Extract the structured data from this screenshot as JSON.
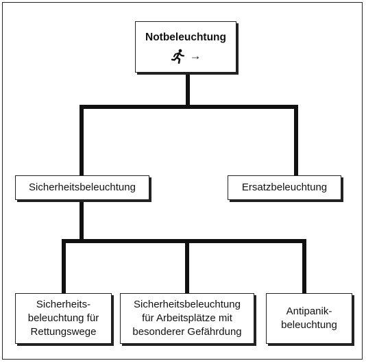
{
  "diagram": {
    "root": {
      "title": "Notbeleuchtung",
      "icon": "running-man-exit-icon",
      "arrow": "→"
    },
    "level1": [
      {
        "label": "Sicherheitsbeleuchtung"
      },
      {
        "label": "Ersatzbeleuchtung"
      }
    ],
    "level2": [
      {
        "label": "Sicherheits-\nbeleuchtung für\nRettungswege"
      },
      {
        "label": "Sicherheitsbeleuchtung\nfür Arbeitsplätze mit\nbesonderer Gefährdung"
      },
      {
        "label": "Antipanik-\nbeleuchtung"
      }
    ]
  }
}
